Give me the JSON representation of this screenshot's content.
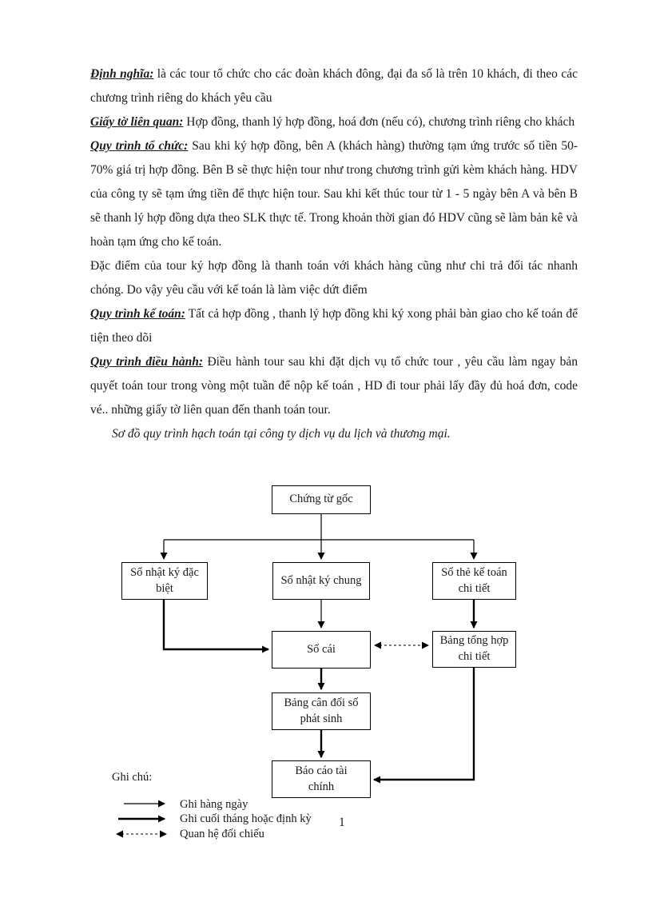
{
  "page": {
    "number": "1"
  },
  "paragraphs": [
    {
      "lead": "Định nghĩa:",
      "rest": " là các tour tổ chức cho các đoàn khách đông, đại đa số là trên 10 khách, đi theo các chương trình riêng do khách yêu cầu"
    },
    {
      "lead": "Giấy tờ liên quan:",
      "rest": " Hợp đồng, thanh lý hợp đồng, hoá đơn (nếu có), chương trình riêng cho khách"
    },
    {
      "lead": "Quy trình tổ chức:",
      "rest": " Sau khi ký hợp đồng, bên A (khách hàng) thường tạm ứng trước số tiền 50- 70% giá trị hợp đồng. Bên B sẽ thực hiện tour như trong chương trình gửi kèm khách hàng. HDV của công ty sẽ tạm ứng tiền để thực hiện tour. Sau khi kết thúc tour từ 1 - 5 ngày bên A và bên B sẽ thanh lý hợp đồng dựa theo SLK thực tế. Trong khoản thời gian đó HDV cũng sẽ làm bản kê và hoàn tạm ứng cho kế toán."
    },
    {
      "lead": "",
      "rest": "Đặc điểm của tour ký hợp đồng là thanh toán với khách hàng cũng như chi trả đối tác nhanh chóng. Do vậy yêu cầu với kế toán là làm việc dứt điểm"
    },
    {
      "lead": "Quy trình kế toán:",
      "rest": " Tất cả hợp đồng , thanh lý hợp đồng khi ký xong phải bàn giao cho kế toán để tiện theo dõi"
    },
    {
      "lead": "Quy trình điều hành:",
      "rest": " Điều hành tour sau khi đặt dịch vụ tổ chức tour , yêu cầu làm ngay bản quyết toán tour trong vòng một tuần để nộp kế toán , HD đi tour phải lấy đầy đủ hoá đơn, code vé.. những giấy tờ liên quan đến thanh toán tour."
    }
  ],
  "caption": "Sơ đồ quy trình hạch toán tại công ty dịch vụ du lịch và thương mại.",
  "diagram": {
    "boxes": {
      "chung_tu_goc": "Chứng từ gốc",
      "so_nhat_ky_dac_biet": "Sổ nhật ký đặc biệt",
      "so_nhat_ky_chung": "Sổ nhật ký chung",
      "so_the_ke_toan": "Sổ thẻ kế toán chi tiết",
      "so_cai": "Sổ cái",
      "bang_tong_hop": "Bảng tổng hợp chi tiết",
      "bang_can_doi": "Bảng cân đối số phát sinh",
      "bao_cao": "Báo cáo tài chính"
    },
    "legend": {
      "title": "Ghi chú:",
      "items": [
        "Ghi hàng ngày",
        "Ghi cuối tháng hoặc định kỳ",
        "Quan hệ đối chiếu"
      ]
    }
  }
}
